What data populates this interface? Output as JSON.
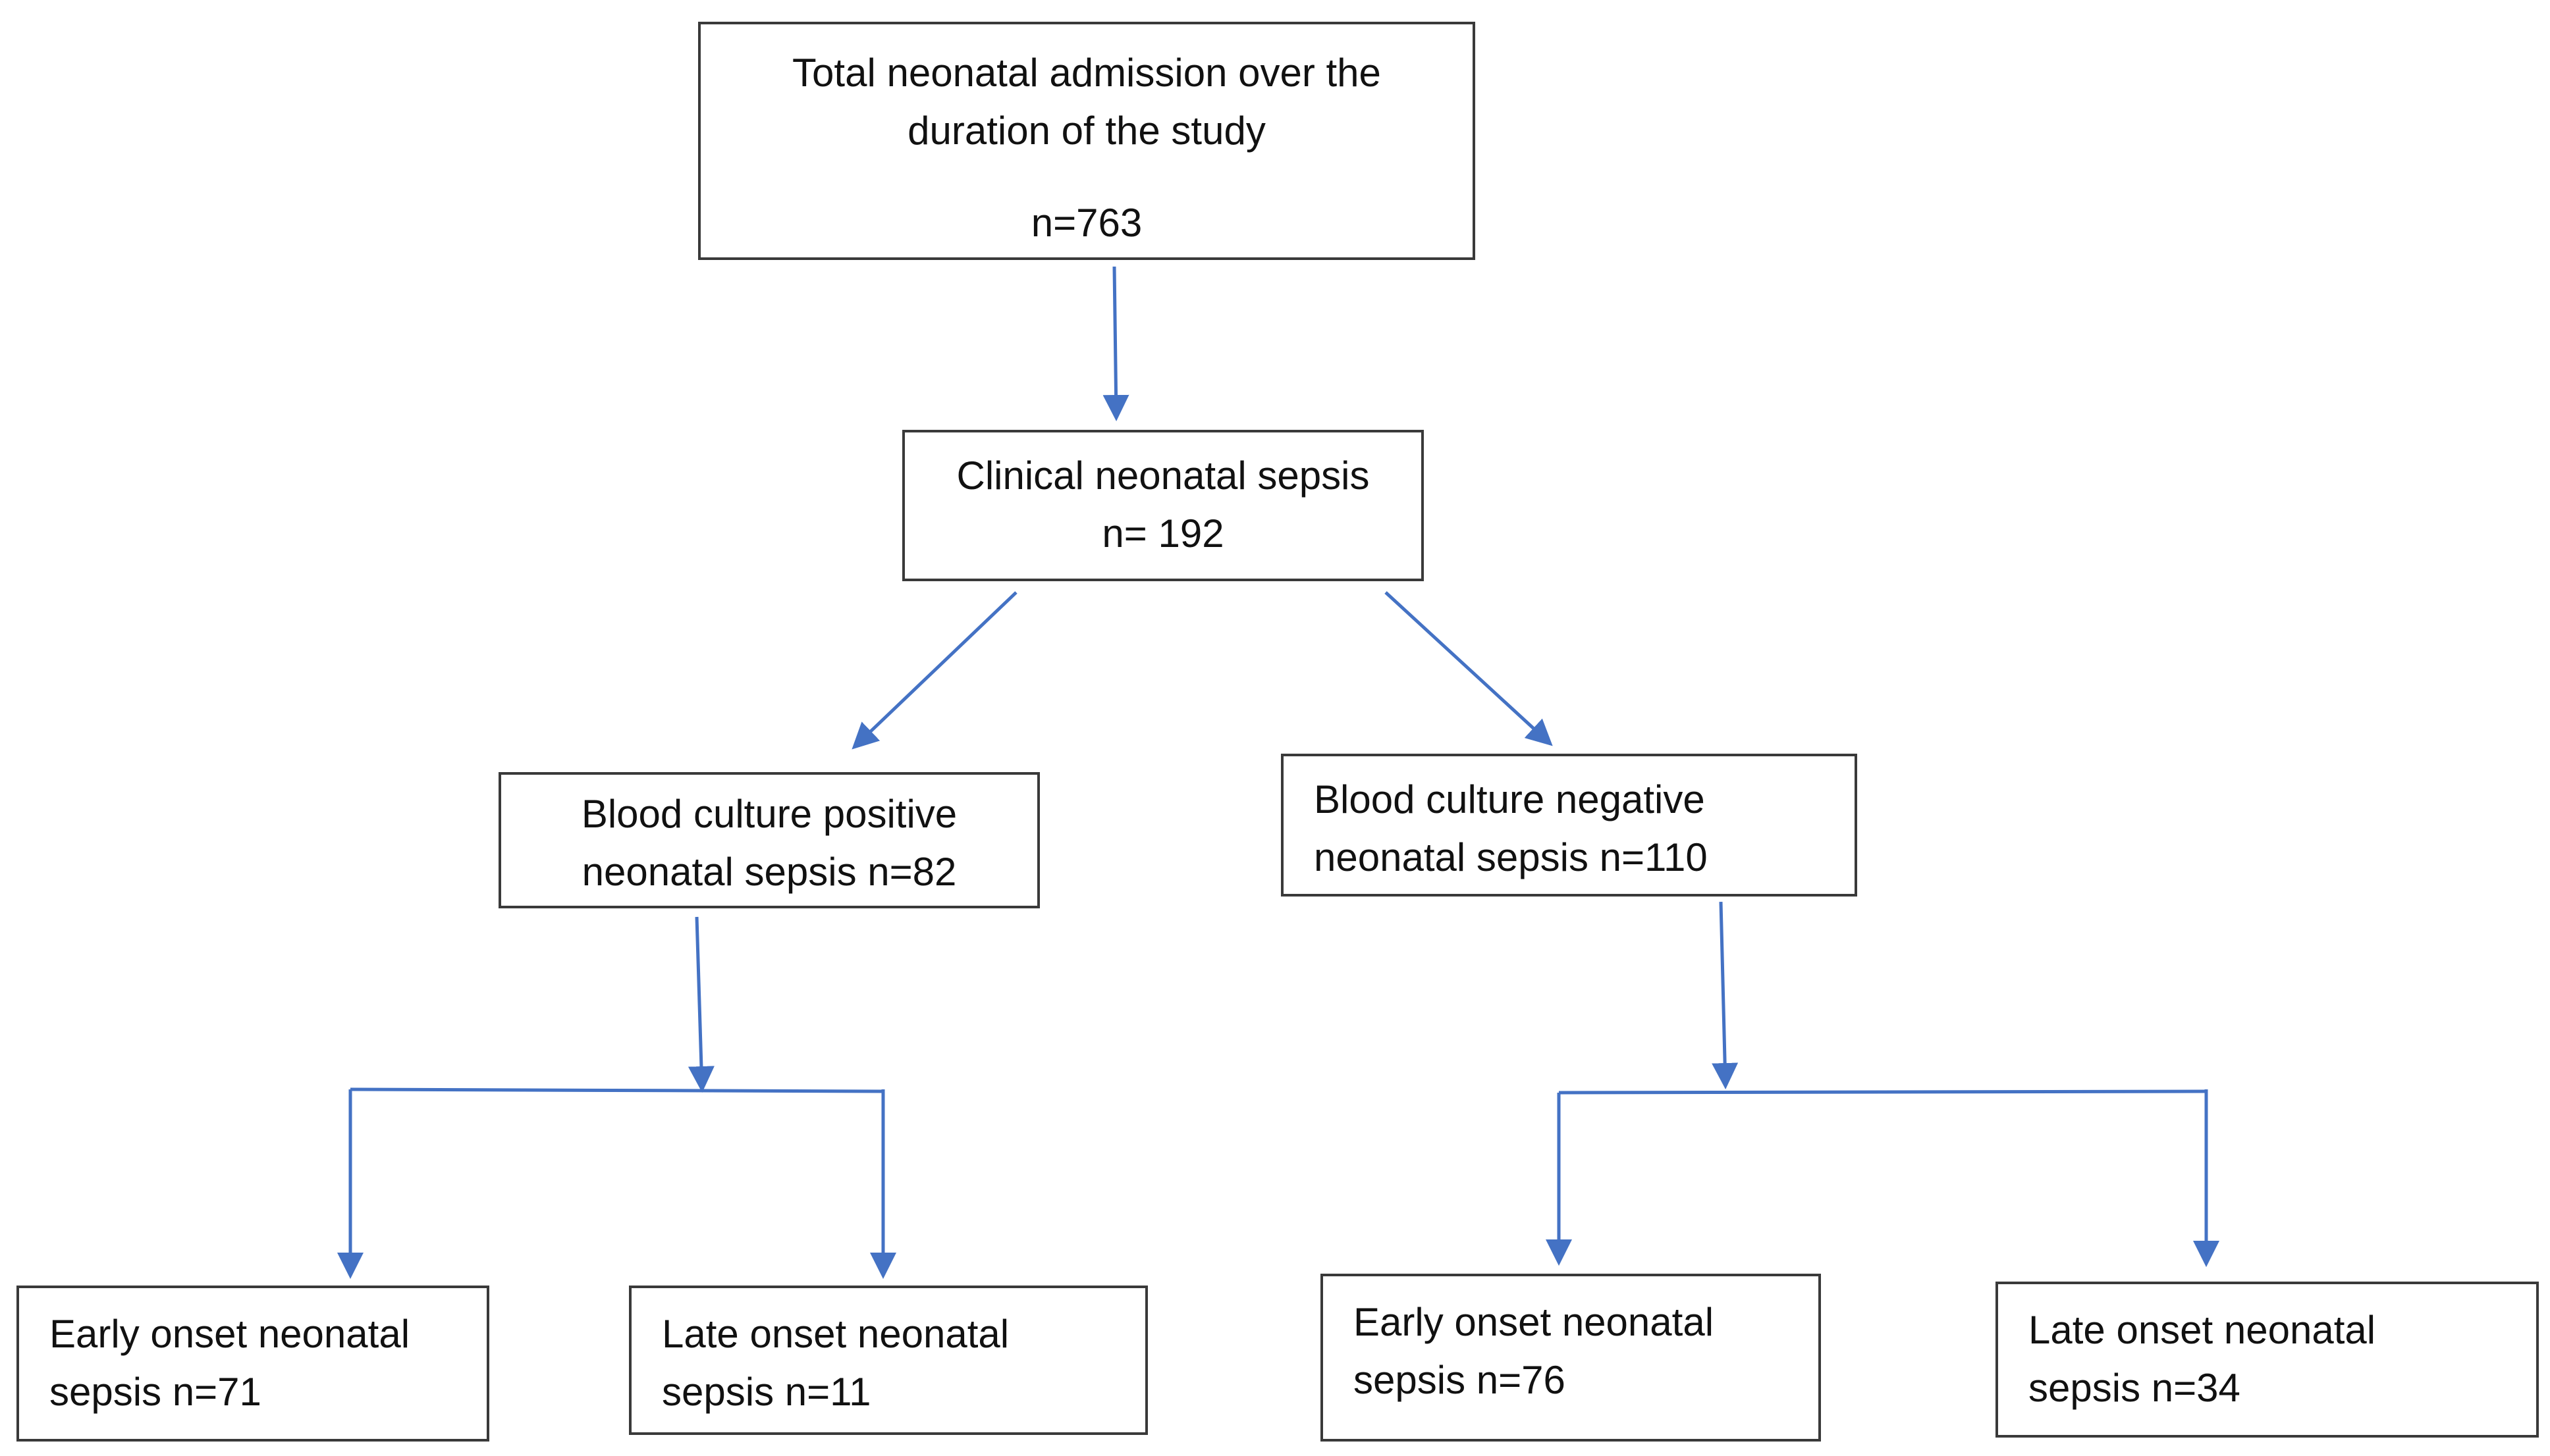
{
  "colors": {
    "connector": "#4472c4",
    "box_border": "#3a3a3a",
    "text": "#111111",
    "background": "#ffffff"
  },
  "nodes": {
    "total": {
      "line1": "Total neonatal admission over the",
      "line2": "duration of the study",
      "count": "n=763"
    },
    "clinical": {
      "line1": "Clinical neonatal sepsis",
      "count": "n= 192"
    },
    "bc_positive": {
      "line1": "Blood culture positive",
      "line2": "neonatal sepsis n=82"
    },
    "bc_negative": {
      "line1": "Blood culture negative",
      "line2": "neonatal sepsis n=110"
    },
    "pos_early": {
      "line1": "Early onset neonatal",
      "line2": "sepsis n=71"
    },
    "pos_late": {
      "line1": "Late onset neonatal",
      "line2": "sepsis n=11"
    },
    "neg_early": {
      "line1": "Early onset neonatal",
      "line2": "sepsis n=76"
    },
    "neg_late": {
      "line1": "Late onset neonatal",
      "line2": "sepsis n=34"
    }
  }
}
